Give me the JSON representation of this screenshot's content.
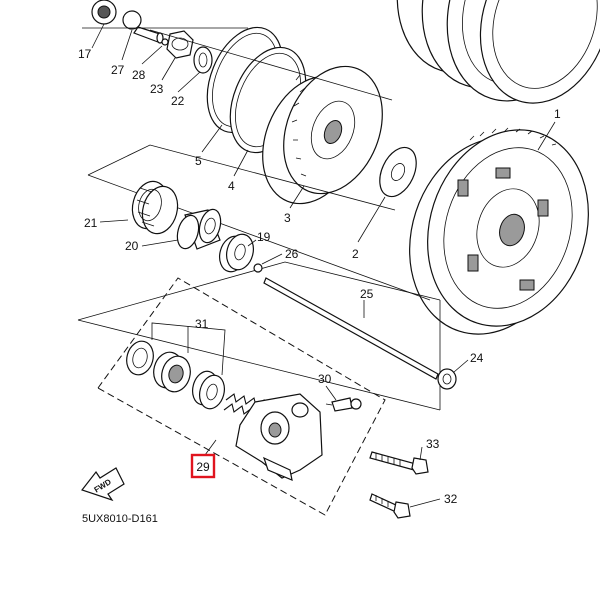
{
  "diagram": {
    "callouts": [
      {
        "id": "c17",
        "text": "17"
      },
      {
        "id": "c27",
        "text": "27"
      },
      {
        "id": "c28",
        "text": "28"
      },
      {
        "id": "c23",
        "text": "23"
      },
      {
        "id": "c22",
        "text": "22"
      },
      {
        "id": "c5",
        "text": "5"
      },
      {
        "id": "c4",
        "text": "4"
      },
      {
        "id": "c3",
        "text": "3"
      },
      {
        "id": "c2",
        "text": "2"
      },
      {
        "id": "c1",
        "text": "1"
      },
      {
        "id": "c21",
        "text": "21"
      },
      {
        "id": "c20",
        "text": "20"
      },
      {
        "id": "c19",
        "text": "19"
      },
      {
        "id": "c26",
        "text": "26"
      },
      {
        "id": "c25",
        "text": "25"
      },
      {
        "id": "c24",
        "text": "24"
      },
      {
        "id": "c31",
        "text": "31"
      },
      {
        "id": "c30",
        "text": "30"
      },
      {
        "id": "c33",
        "text": "33"
      },
      {
        "id": "c32",
        "text": "32"
      },
      {
        "id": "c29",
        "text": "29",
        "highlighted": true
      }
    ],
    "direction_label": "FWD",
    "figure_code": "5UX8010-D161",
    "highlight_color": "#e0141e"
  }
}
